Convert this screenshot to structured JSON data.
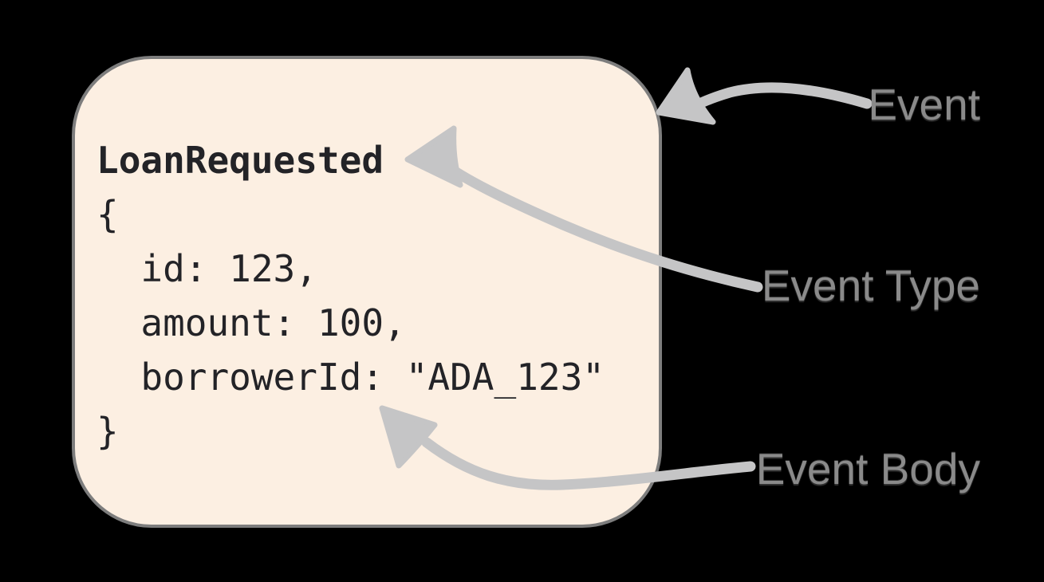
{
  "colors": {
    "canvas-bg": "#000000",
    "box-fill": "#fcefe2",
    "box-border": "#7d7d7d",
    "arrow": "#c5c5c6",
    "label-text": "#8a8a8a",
    "code-text": "#232327"
  },
  "event_card": {
    "event_type": "LoanRequested",
    "body_lines": [
      "{",
      "  id: 123,",
      "  amount: 100,",
      "  borrowerId: \"ADA_123\"",
      "}"
    ]
  },
  "annotations": {
    "event": "Event",
    "event_type": "Event Type",
    "event_body": "Event Body"
  }
}
